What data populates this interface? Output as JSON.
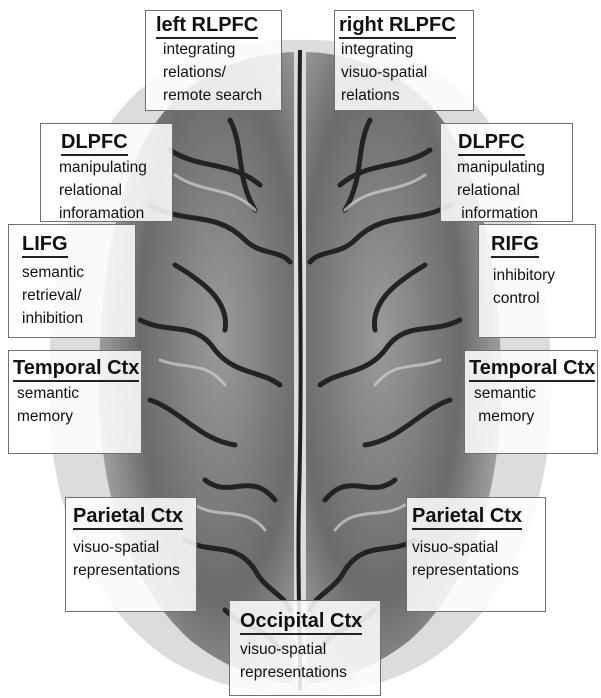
{
  "regions": {
    "left_rlpfc": {
      "title": "left RLPFC",
      "desc": "integrating\nrelations/\nremote search"
    },
    "right_rlpfc": {
      "title": "right RLPFC",
      "desc": "integrating\nvisuo-spatial\nrelations"
    },
    "left_dlpfc": {
      "title": "DLPFC",
      "desc": "manipulating\nrelational\ninforamation"
    },
    "right_dlpfc": {
      "title": "DLPFC",
      "desc": "manipulating\nrelational\n information"
    },
    "lifg": {
      "title": "LIFG",
      "desc": "semantic\nretrieval/\ninhibition"
    },
    "rifg": {
      "title": "RIFG",
      "desc": "inhibitory\ncontrol"
    },
    "left_temporal": {
      "title": "Temporal Ctx",
      "desc": "semantic\nmemory"
    },
    "right_temporal": {
      "title": "Temporal Ctx",
      "desc": "semantic\n memory"
    },
    "left_parietal": {
      "title": "Parietal Ctx",
      "desc": "visuo-spatial\nrepresentations"
    },
    "right_parietal": {
      "title": "Parietal Ctx",
      "desc": "visuo-spatial\nrepresentations"
    },
    "occipital": {
      "title": "Occipital Ctx",
      "desc": "visuo-spatial\nrepresentations"
    }
  },
  "colors": {
    "brain_light": "#c9c9c9",
    "brain_dark": "#3a3a3a",
    "sulci": "#1f1f1f",
    "box_border": "#6f6f6f"
  }
}
